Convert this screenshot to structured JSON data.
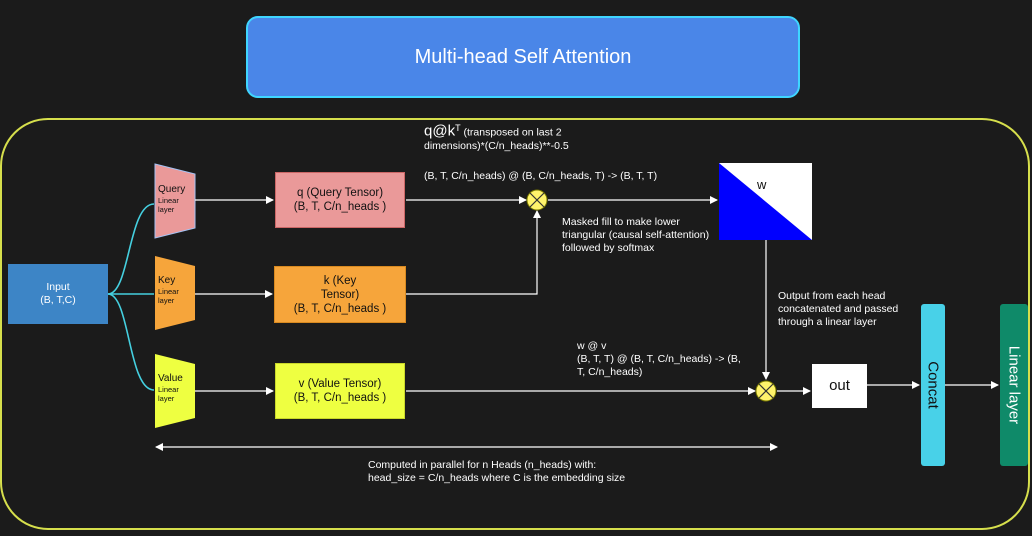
{
  "title": "Multi-head Self Attention",
  "input": {
    "label": "Input",
    "shape": "(B, T,C)"
  },
  "linear_layers": {
    "query": {
      "label": "Query",
      "sub": "Linear layer"
    },
    "key": {
      "label": "Key",
      "sub": "Linear layer"
    },
    "value": {
      "label": "Value",
      "sub": "Linear layer"
    }
  },
  "tensors": {
    "q": {
      "line1": "q (Query Tensor)",
      "line2": "(B, T, C/n_heads )"
    },
    "k": {
      "line1": "k (Key",
      "line2": "Tensor)",
      "line3": "(B, T, C/n_heads )"
    },
    "v": {
      "line1": "v (Value Tensor)",
      "line2": "(B, T, C/n_heads )"
    }
  },
  "qk_formula": {
    "main": "q@k",
    "superscript": "T",
    "rest_line1": "(transposed on last 2",
    "rest_line2": "dimensions)*(C/n_heads)**-0.5",
    "shape": "(B, T, C/n_heads) @ (B, C/n_heads, T) -> (B, T, T)"
  },
  "mask_note": "Masked fill to make lower triangular (causal self-attention) followed by softmax",
  "w_label": "w",
  "wv_note": {
    "line1": "w @ v",
    "line2": "(B, T, T) @ (B, T, C/n_heads) -> (B,",
    "line3": "T, C/n_heads)"
  },
  "out_note": "Output from each head concatenated and passed through a linear layer",
  "out_label": "out",
  "concat_label": "Concat",
  "linear_label": "Linear layer",
  "bottom_note": {
    "line1": "Computed in parallel for n Heads (n_heads) with:",
    "line2": "head_size = C/n_heads where C is the embedding size"
  },
  "colors": {
    "background": "#1b1b1b",
    "title_fill": "#4a86e8",
    "frame": "#d6df4c",
    "input": "#3d85c6",
    "query": "#ea9999",
    "key": "#f6a53b",
    "value": "#eeff41",
    "w_blue": "#0000ff",
    "concat": "#48d1e8",
    "linear": "#0f8a69",
    "wire": "#ffffff",
    "curve": "#45d0e0",
    "multiply_node": "#fff36b"
  }
}
